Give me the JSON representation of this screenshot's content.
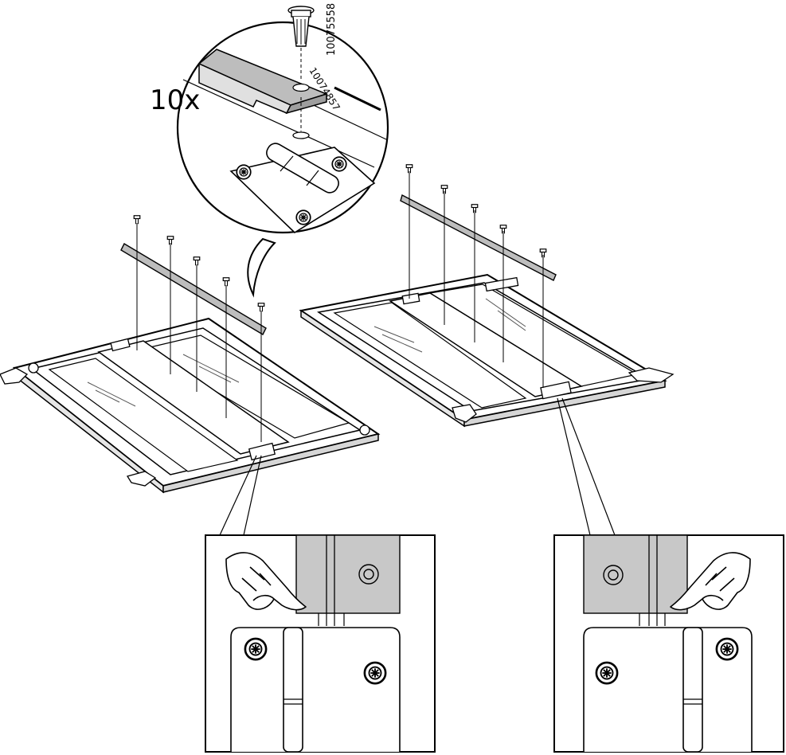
{
  "quantity_label": "10x",
  "part_numbers": {
    "plug": "10075558",
    "rail": "10074857"
  },
  "colors": {
    "line": "#000000",
    "panel_fill": "#ffffff",
    "rail_fill": "#bdbdbd",
    "highlight_fill": "#c8c8c8",
    "glass_streak": "#555555"
  },
  "icons": {
    "hand": "pointing-hand-icon",
    "screw": "cross-head-screw-icon",
    "plug": "expansion-plug-icon",
    "hinge": "door-hinge-icon"
  }
}
